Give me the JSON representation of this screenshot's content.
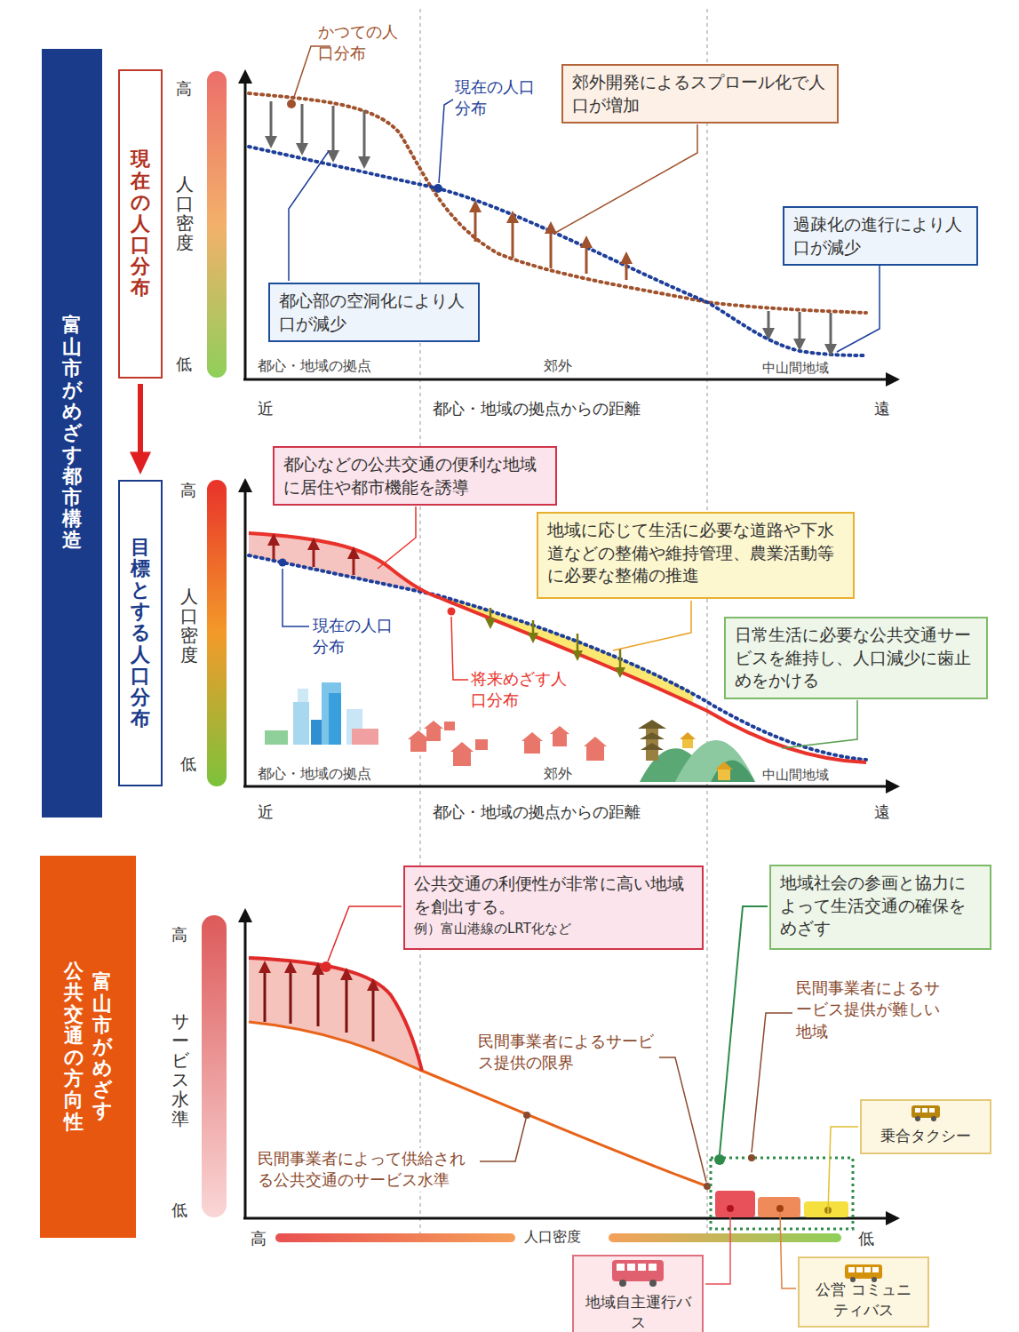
{
  "diagram": {
    "nodes": [
      {
        "text": [
          "富山市がめざす都市構造"
        ]
      },
      {
        "text": [
          "現在の人口分布"
        ]
      },
      {
        "text": [
          "目標とする人口分布"
        ]
      },
      {
        "text": [
          "富山市がめざす",
          "公共交通の方向性"
        ]
      },
      {
        "text": [
          "郊外開発によるスプロール化で人口が増加"
        ]
      },
      {
        "text": [
          "過疎化の進行により人口が減少"
        ]
      },
      {
        "text": [
          "都心部の空洞化により人口が減少"
        ]
      },
      {
        "text": [
          "都心などの公共交通の便利な地域に居住や都市機能を誘導"
        ]
      },
      {
        "text": [
          "地域に応じて生活に必要な道路や下水道などの整備や維持管理、農業活動等に必要な整備の推進"
        ]
      },
      {
        "text": [
          "日常生活に必要な公共交通サービスを維持し、人口減少に歯止めをかける"
        ]
      },
      {
        "text": [
          "公共交通の利便性が非常に高い地域を創出する。",
          "例）富山港線のLRT化など"
        ]
      },
      {
        "text": [
          "地域社会の参画と協力によって生活交通の確保をめざす"
        ]
      },
      {
        "text": [
          "乗合タクシー"
        ]
      },
      {
        "text": [
          "地域自主運行バス"
        ]
      },
      {
        "text": [
          "公営 コミュニティバス"
        ]
      }
    ],
    "edges": [
      {
        "from": 1,
        "to": 2,
        "arrow": "to"
      }
    ],
    "labels": [
      "かつての人口分布",
      "現在の人口分布",
      "高",
      "人口密度",
      "低",
      "都心・地域の拠点",
      "郊外",
      "中山間地域",
      "近",
      "都心・地域の拠点からの距離",
      "遠",
      "現在の人口分布",
      "将来めざす人口分布",
      "高",
      "人口密度",
      "低",
      "都心・地域の拠点",
      "郊外",
      "中山間地域",
      "近",
      "都心・地域の拠点からの距離",
      "遠",
      "高",
      "サービス水準",
      "低",
      "民間事業者によるサービス提供の限界",
      "民間事業者によるサービス提供が難しい地域",
      "民間事業者によって供給される公共交通のサービス水準",
      "高",
      "人口密度",
      "低"
    ]
  }
}
